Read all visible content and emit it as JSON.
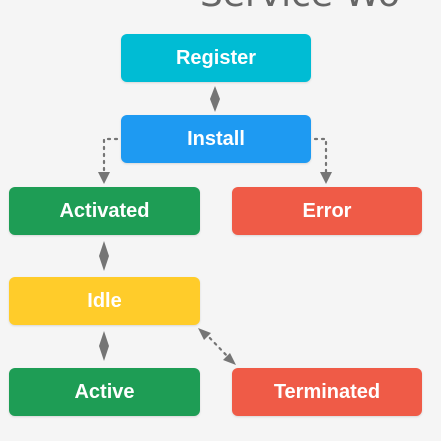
{
  "title": "Service Wo",
  "colors": {
    "cyan": "#00bcd4",
    "blue": "#1e9af2",
    "green": "#1e9d55",
    "red": "#ef5b47",
    "yellow": "#ffcc2a",
    "arrow": "#757575"
  },
  "nodes": {
    "register": {
      "label": "Register",
      "color": "#00bcd4"
    },
    "install": {
      "label": "Install",
      "color": "#1e9af2"
    },
    "activated": {
      "label": "Activated",
      "color": "#1e9d55"
    },
    "error": {
      "label": "Error",
      "color": "#ef5b47"
    },
    "idle": {
      "label": "Idle",
      "color": "#ffcc2a"
    },
    "active": {
      "label": "Active",
      "color": "#1e9d55"
    },
    "terminated": {
      "label": "Terminated",
      "color": "#ef5b47"
    }
  }
}
